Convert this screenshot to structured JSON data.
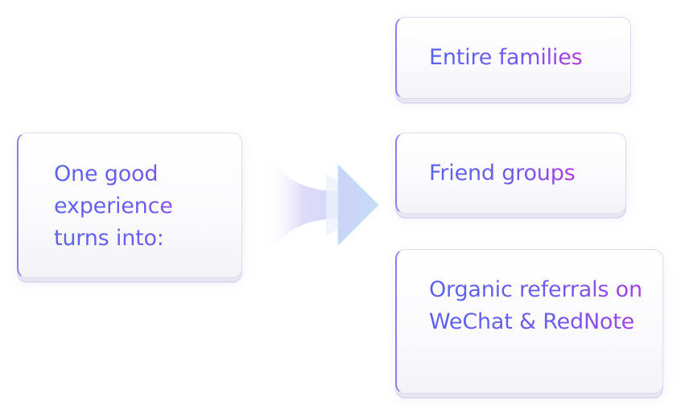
{
  "diagram": {
    "source": {
      "label": "One good experience turns into:"
    },
    "connector": {
      "icon": "arrow-right-icon",
      "color": "#c9d6f8"
    },
    "targets": [
      {
        "label": "Entire families"
      },
      {
        "label": "Friend groups"
      },
      {
        "label": "Organic referrals on WeChat & RedNote"
      }
    ],
    "colors": {
      "text_start": "#5b62ee",
      "text_end": "#b03be0",
      "card_border": "#dcdaf3"
    }
  }
}
